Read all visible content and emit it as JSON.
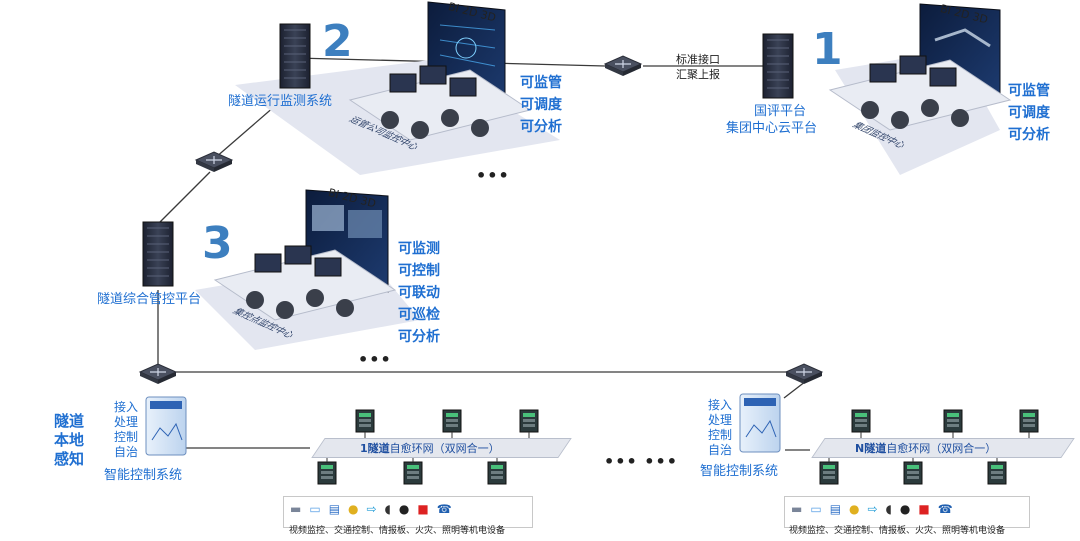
{
  "level1": {
    "number": "1",
    "bi_tag": "BI 2D 3D",
    "system_name_lines": [
      "国评平台",
      "集团中心云平台"
    ],
    "center_label": "集团监控中心",
    "capabilities": [
      "可监管",
      "可调度",
      "可分析"
    ],
    "interface_lines": [
      "标准接口",
      "汇聚上报"
    ]
  },
  "level2": {
    "number": "2",
    "bi_tag": "BI 2D 3D",
    "system_name": "隧道运行监测系统",
    "center_label": "运管公司监控中心",
    "capabilities": [
      "可监管",
      "可调度",
      "可分析"
    ],
    "ellipsis": "•••"
  },
  "level3": {
    "number": "3",
    "bi_tag": "BI 2D 3D",
    "system_name": "隧道综合管控平台",
    "center_label": "集控点监控中心",
    "capabilities": [
      "可监测",
      "可控制",
      "可联动",
      "可巡检",
      "可分析"
    ],
    "ellipsis": "•••"
  },
  "local": {
    "title_lines": [
      "隧道",
      "本地",
      "感知"
    ]
  },
  "edge_left": {
    "functions": [
      "接入",
      "处理",
      "控制",
      "自治"
    ],
    "system_name": "智能控制系统"
  },
  "edge_right": {
    "functions": [
      "接入",
      "处理",
      "控制",
      "自治"
    ],
    "system_name": "智能控制系统"
  },
  "ring_left": {
    "label_strong": "1隧道",
    "label_rest": "自愈环网（双网合一）"
  },
  "ring_right": {
    "label_strong": "N隧道",
    "label_rest": "自愈环网（双网合一）"
  },
  "middle_ellipsis": "••• •••",
  "devices_left": {
    "caption": "视频监控、交通控制、情报板、火灾、照明等机电设备"
  },
  "devices_right": {
    "caption": "视频监控、交通控制、情报板、火灾、照明等机电设备"
  },
  "device_icons": [
    "camera-icon",
    "traffic-sign-icon",
    "info-board-icon",
    "traffic-light-icon",
    "guidance-sign-icon",
    "speaker-icon",
    "fire-detector-icon",
    "fire-alarm-icon",
    "phone-icon"
  ],
  "colors": {
    "accent_blue": "#1f6fd1",
    "number_blue": "#3d7fbf",
    "platform": "#e3e6f0",
    "rack": "#2c3140"
  }
}
